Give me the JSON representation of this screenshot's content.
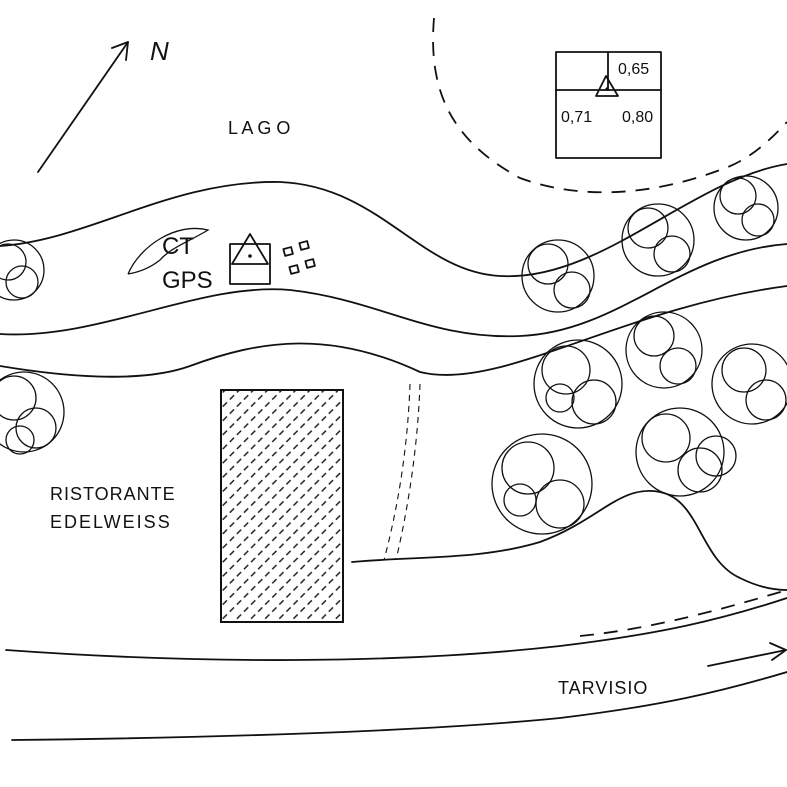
{
  "map": {
    "north_label": "N",
    "lake_label": "L A G O",
    "station": {
      "line1": "CT",
      "line2": "GPS"
    },
    "restaurant": {
      "line1": "RISTORANTE",
      "line2": "EDELWEISS"
    },
    "road_label": "TARVISIO",
    "benchmark": {
      "top": "0,65",
      "left": "0,71",
      "right": "0,80"
    }
  }
}
